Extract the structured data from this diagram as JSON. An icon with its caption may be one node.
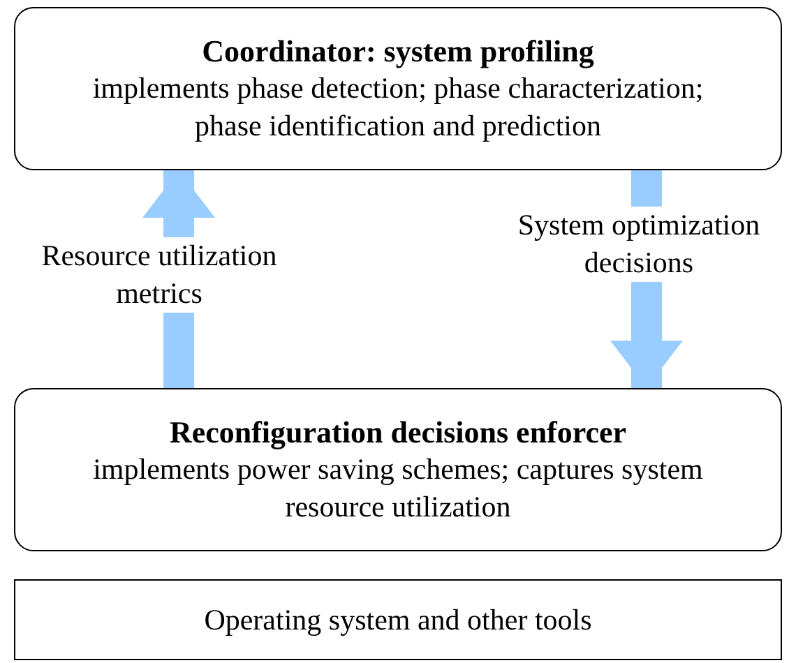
{
  "diagram": {
    "nodes": [
      {
        "text": [
          "Coordinator: system profiling",
          "implements phase detection; phase characterization; phase identification and prediction"
        ]
      },
      {
        "text": [
          "Reconfiguration decisions enforcer",
          "implements power saving schemes; captures system resource utilization"
        ]
      },
      {
        "text": [
          "Operating system and other tools"
        ]
      }
    ],
    "edges": [
      {
        "from": 1,
        "to": 0,
        "arrow": "to",
        "label": "Resource utilization metrics"
      },
      {
        "from": 0,
        "to": 1,
        "arrow": "to",
        "label": "System optimization decisions"
      }
    ]
  }
}
